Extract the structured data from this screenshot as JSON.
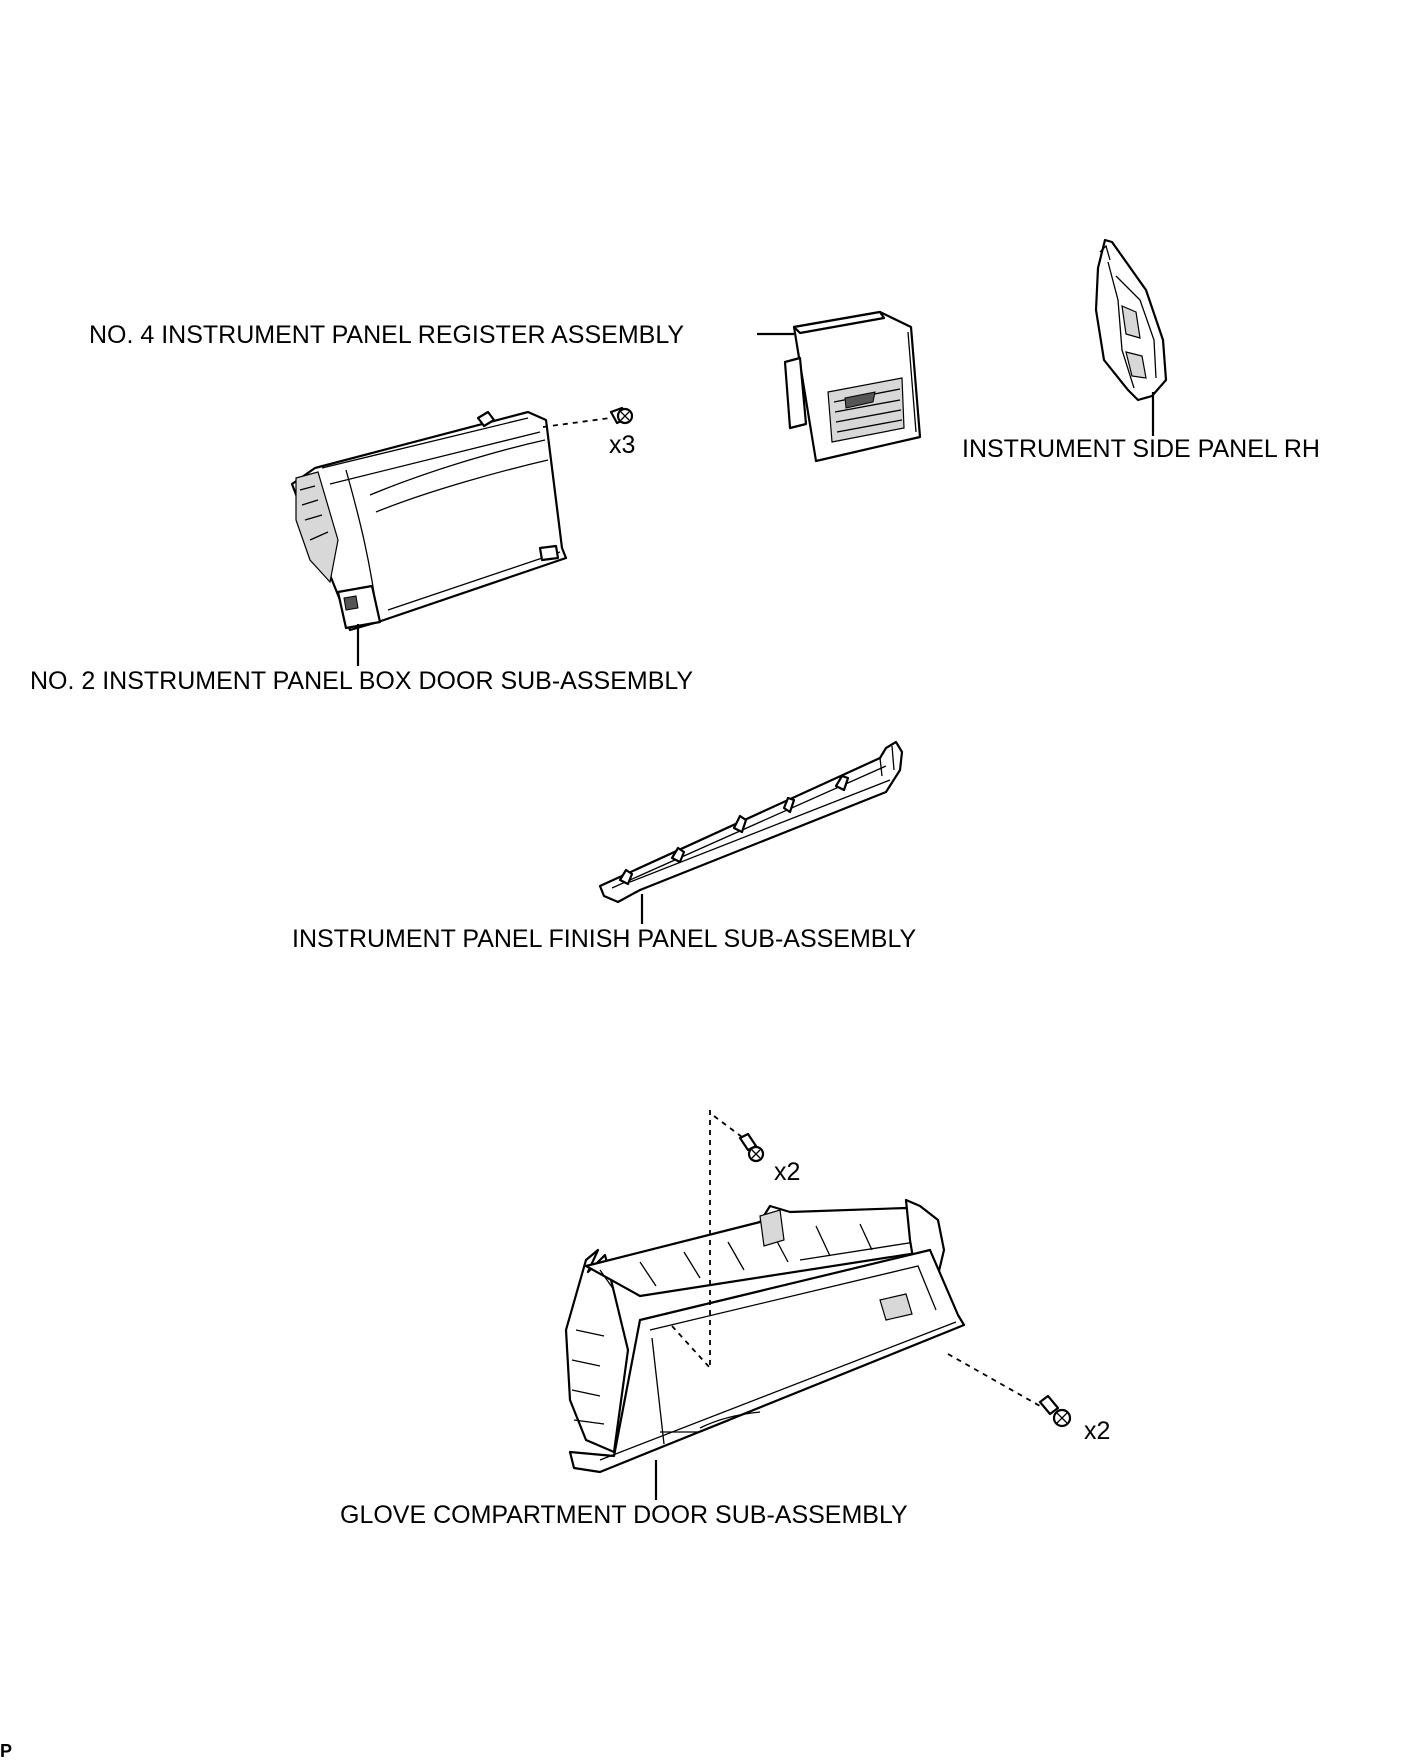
{
  "labels": {
    "register": "NO. 4 INSTRUMENT PANEL REGISTER ASSEMBLY",
    "side_panel": "INSTRUMENT SIDE PANEL RH",
    "box_door": "NO. 2 INSTRUMENT PANEL BOX DOOR SUB-ASSEMBLY",
    "finish_panel": "INSTRUMENT PANEL FINISH PANEL SUB-ASSEMBLY",
    "glove_door": "GLOVE COMPARTMENT DOOR SUB-ASSEMBLY"
  },
  "fasteners": {
    "box_door_screws": "x3",
    "glove_top_screws": "x2",
    "glove_side_screws": "x2"
  },
  "corner_mark": "P"
}
